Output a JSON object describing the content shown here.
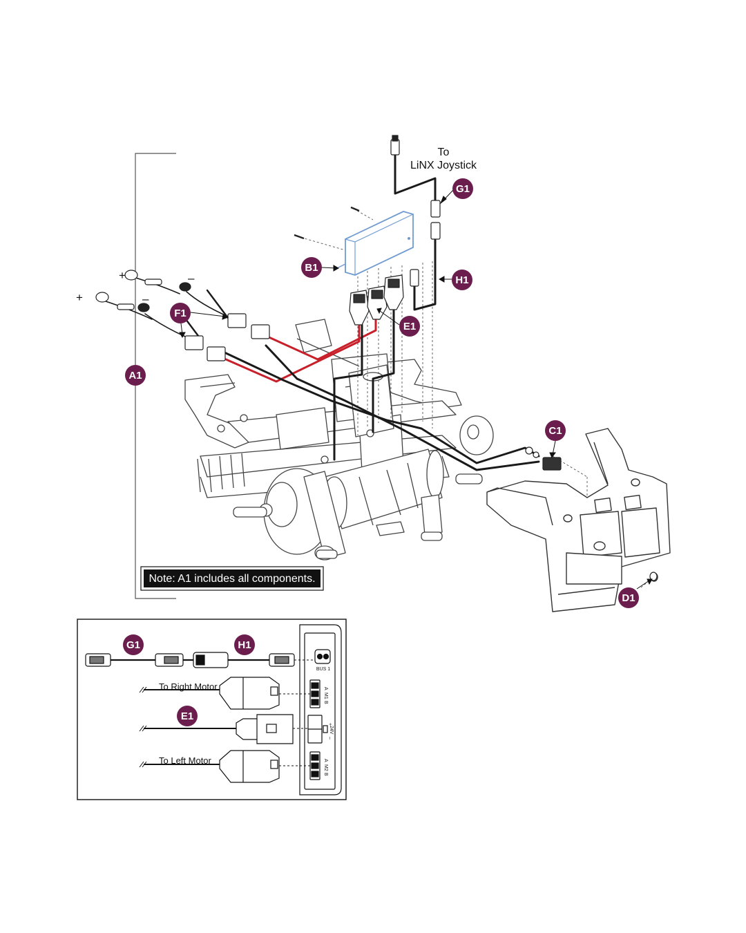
{
  "labels": {
    "a1": "A1",
    "b1": "B1",
    "c1": "C1",
    "d1": "D1",
    "e1": "E1",
    "f1": "F1",
    "g1": "G1",
    "h1": "H1"
  },
  "captions": {
    "to_line1": "To",
    "to_line2": "LiNX Joystick",
    "note": "Note: A1 includes all components.",
    "plus": "+",
    "minus": "–"
  },
  "inset": {
    "labels": {
      "g1": "G1",
      "h1": "H1",
      "e1": "E1"
    },
    "to_right_motor": "To Right Motor",
    "to_left_motor": "To Left Motor",
    "bus": "BUS 1",
    "port_a": "A",
    "port_b": "B",
    "port_m1": "M1",
    "port_m2": "M2",
    "port_24v": "24V",
    "port_plus": "+",
    "port_minus": "–"
  },
  "colors": {
    "label_fill": "#6b1d4d",
    "red_wire": "#c8202a",
    "black_wire": "#1a1a1a",
    "module_blue": "#6f9bd1"
  }
}
